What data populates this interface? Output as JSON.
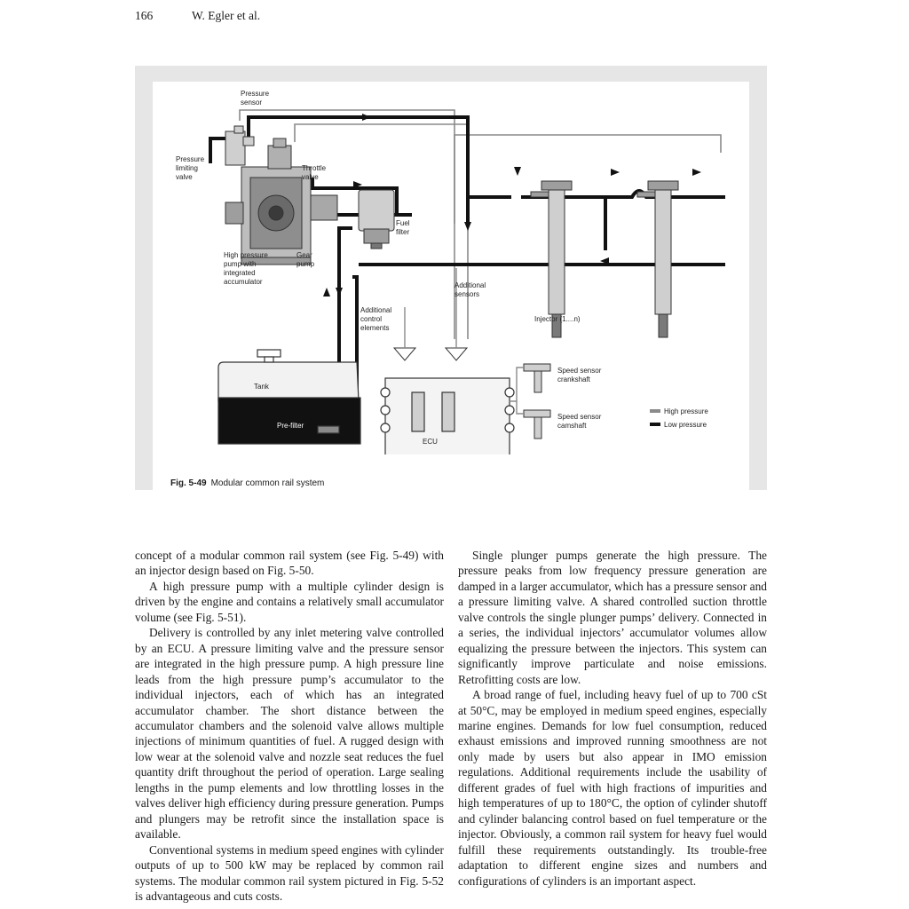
{
  "header": {
    "page_number": "166",
    "authors": "W. Egler et al."
  },
  "figure": {
    "label": "Fig. 5-49",
    "caption": "Modular common rail system",
    "labels": {
      "pressure_sensor": [
        "Pressure",
        "sensor"
      ],
      "pressure_limiting_valve": [
        "Pressure",
        "limiting",
        "valve"
      ],
      "throttle_valve": [
        "Throttle",
        "valve"
      ],
      "fuel_filter": [
        "Fuel",
        "filter"
      ],
      "hp_pump": [
        "High pressure",
        "pump with",
        "integrated",
        "accumulator"
      ],
      "gear_pump": [
        "Gear",
        "pump"
      ],
      "additional_sensors": [
        "Additional",
        "sensors"
      ],
      "additional_control": [
        "Additional",
        "control",
        "elements"
      ],
      "injector": "Injector (1....n)",
      "tank": "Tank",
      "pre_filter": "Pre-filter",
      "ecu": "ECU",
      "speed_crankshaft": [
        "Speed sensor",
        "crankshaft"
      ],
      "speed_camshaft": [
        "Speed sensor",
        "camshaft"
      ]
    },
    "legend": {
      "high": "High pressure",
      "low": "Low pressure"
    }
  },
  "columns": {
    "left": [
      "concept of a modular common rail system (see Fig. 5-49) with an injector design based on Fig. 5-50.",
      "A high pressure pump with a multiple cylinder design is driven by the engine and contains a relatively small accumu­lator volume (see Fig. 5-51).",
      "Delivery is controlled by any inlet metering valve con­trolled by an ECU. A pressure limiting valve and the pressure sensor are integrated in the high pressure pump. A high pressure line leads from the high pressure pump’s accumu­lator to the individual injectors, each of which has an inte­grated accumulator chamber. The short distance between the accumulator chambers and the solenoid valve allows multiple injections of minimum quantities of fuel. A rugged design with low wear at the solenoid valve and nozzle seat reduces the fuel quantity drift throughout the period of operation. Large sealing lengths in the pump elements and low throttling losses in the valves deliver high efficiency during pressure generation. Pumps and plungers may be retrofit since the installation space is available.",
      "Conventional systems in medium speed engines with cylinder outputs of up to 500 kW may be replaced by common rail systems. The modular common rail system pictured in Fig. 5-52 is advantageous and cuts costs."
    ],
    "right": [
      "Single plunger pumps generate the high pressure. The pressure peaks from low frequency pressure generation are damped in a larger accumulator, which has a pressure sensor and a pressure limiting valve. A shared controlled suction throttle valve controls the single plunger pumps’ delivery. Connected in a series, the individual injectors’ accumulator volumes allow equalizing the pressure between the injectors. This system can significantly improve particulate and noise emissions. Retrofitting costs are low.",
      "A broad range of fuel, including heavy fuel of up to 700 cSt at 50°C, may be employed in medium speed engines, espe­cially marine engines. Demands for low fuel consumption, reduced exhaust emissions and improved running smooth­ness are not only made by users but also appear in IMO emission regulations. Additional requirements include the usability of different grades of fuel with high fractions of impurities and high temperatures of up to 180°C, the option of cylinder shutoff and cylinder balancing control based on fuel temperature or the injector. Obviously, a common rail system for heavy fuel would fulfill these requirements out­standingly. Its trouble-free adaptation to different engine sizes and numbers and configurations of cylinders is an important aspect."
    ]
  },
  "colors": {
    "figure_background": "#e6e6e6",
    "low_pressure_line": "#111111",
    "high_pressure_line": "#8a8a8a"
  }
}
